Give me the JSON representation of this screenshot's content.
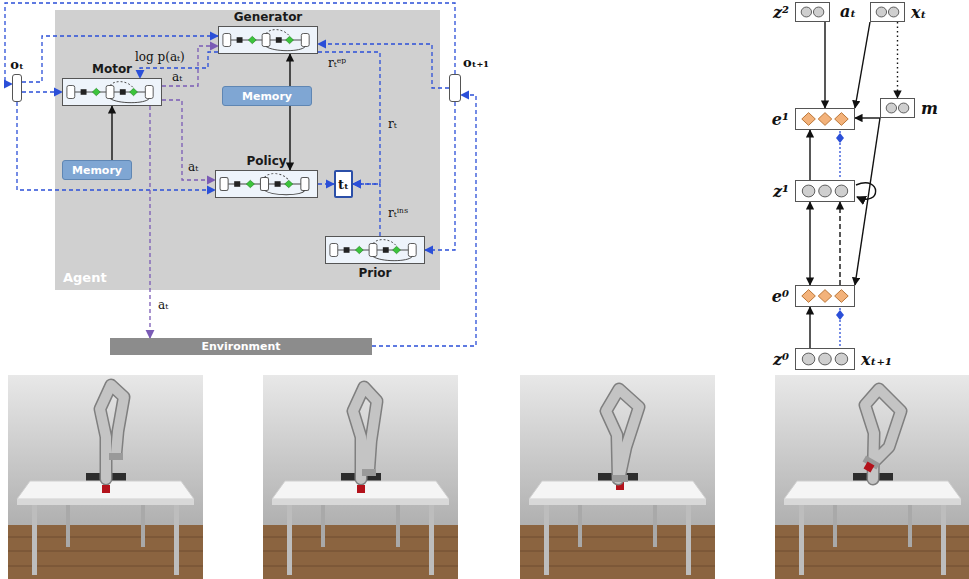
{
  "diagram": {
    "nodes": [
      {
        "text": [
          "Agent"
        ]
      },
      {
        "text": [
          "Generator"
        ],
        "in": 0
      },
      {
        "text": [
          "Memory"
        ],
        "in": 0
      },
      {
        "text": [
          "Motor"
        ],
        "in": 0
      },
      {
        "text": [
          "Memory"
        ],
        "in": 0
      },
      {
        "text": [
          "Policy"
        ],
        "in": 0
      },
      {
        "text": [
          "tₜ"
        ],
        "in": 0
      },
      {
        "text": [
          "Prior"
        ],
        "in": 0
      },
      {
        "text": [
          "oₜ"
        ]
      },
      {
        "text": [
          "oₜ₊₁"
        ]
      },
      {
        "text": [
          "Environment"
        ]
      },
      {
        "text": [
          "z²"
        ]
      },
      {
        "text": [
          "xₜ"
        ]
      },
      {
        "text": [
          "m"
        ]
      },
      {
        "text": [
          "e¹"
        ]
      },
      {
        "text": [
          "z¹"
        ]
      },
      {
        "text": [
          "e⁰"
        ]
      },
      {
        "text": [
          "z⁰",
          "xₜ₊₁"
        ]
      }
    ],
    "edges": [
      {
        "from": 8,
        "to": 1,
        "arrow": "to"
      },
      {
        "from": 8,
        "to": 3,
        "arrow": "to"
      },
      {
        "from": 8,
        "to": 5,
        "arrow": "to"
      },
      {
        "from": 9,
        "to": 1,
        "arrow": "to"
      },
      {
        "from": 9,
        "to": 7,
        "arrow": "to"
      },
      {
        "from": 9,
        "to": 8,
        "arrow": "to"
      },
      {
        "from": 3,
        "to": 1,
        "arrow": "to",
        "label": "aₜ"
      },
      {
        "from": 3,
        "to": 5,
        "arrow": "to",
        "label": "aₜ"
      },
      {
        "from": 3,
        "to": 10,
        "arrow": "to",
        "label": "aₜ"
      },
      {
        "from": 10,
        "to": 9,
        "arrow": "to"
      },
      {
        "from": 1,
        "to": 3,
        "arrow": "to",
        "label": "log p(aₜ)"
      },
      {
        "from": 2,
        "to": 1,
        "arrow": "to"
      },
      {
        "from": 2,
        "to": 5,
        "arrow": "to"
      },
      {
        "from": 4,
        "to": 3,
        "arrow": "to"
      },
      {
        "from": 5,
        "to": 6,
        "arrow": "to"
      },
      {
        "from": 7,
        "to": 6,
        "arrow": "to",
        "label": "rₜⁱⁿˢ"
      },
      {
        "from": 1,
        "to": 6,
        "arrow": "to",
        "label": "rₜᵉᵖ"
      },
      {
        "from": 11,
        "to": 14,
        "arrow": "to"
      },
      {
        "from": 12,
        "to": 14,
        "arrow": "to"
      },
      {
        "from": 12,
        "to": 13,
        "arrow": "to"
      },
      {
        "from": 13,
        "to": 14,
        "arrow": "to"
      },
      {
        "from": 13,
        "to": 16,
        "arrow": "to"
      },
      {
        "from": 15,
        "to": 14,
        "arrow": "to"
      },
      {
        "from": 15,
        "to": 16,
        "arrow": "both"
      },
      {
        "from": 16,
        "to": 15,
        "arrow": "to"
      },
      {
        "from": 17,
        "to": 16,
        "arrow": "to"
      }
    ],
    "labels": [
      "rₜ",
      "aₜ"
    ]
  }
}
